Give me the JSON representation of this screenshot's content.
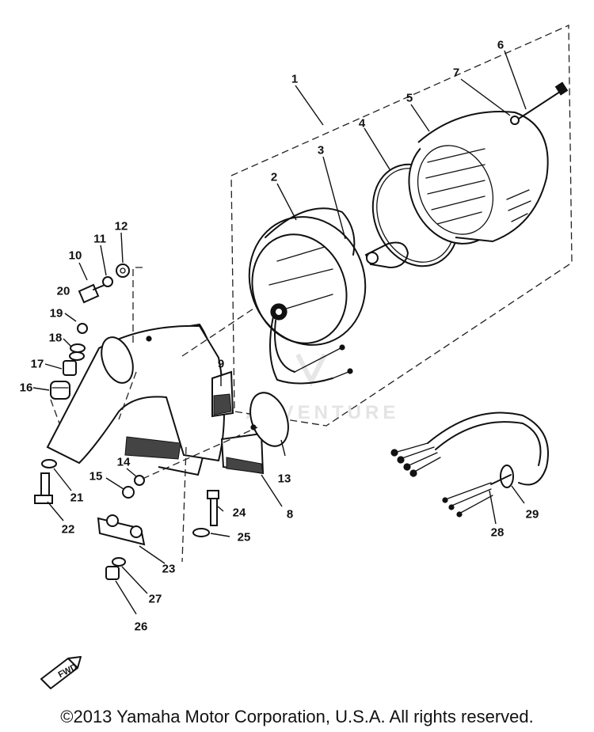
{
  "callouts": {
    "n1": "1",
    "n2": "2",
    "n3": "3",
    "n4": "4",
    "n5": "5",
    "n6": "6",
    "n7": "7",
    "n8": "8",
    "n9": "9",
    "n10": "10",
    "n11": "11",
    "n12": "12",
    "n13": "13",
    "n14": "14",
    "n15": "15",
    "n16": "16",
    "n17": "17",
    "n18": "18",
    "n19": "19",
    "n20": "20",
    "n21": "21",
    "n22": "22",
    "n23": "23",
    "n24": "24",
    "n25": "25",
    "n26": "26",
    "n27": "27",
    "n28": "28",
    "n29": "29"
  },
  "fwd_label": "FWD",
  "watermark_text": "ADVENTURE",
  "copyright": "©2013 Yamaha Motor Corporation, U.S.A. All rights reserved."
}
